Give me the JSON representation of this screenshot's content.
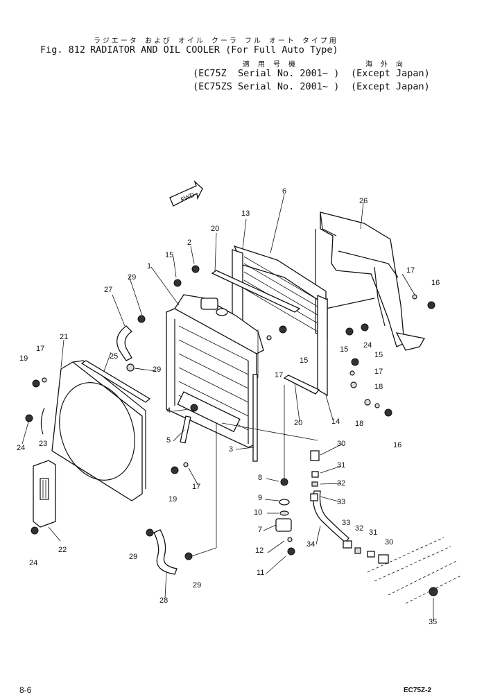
{
  "header": {
    "jp_title": "ラジエータ および オイル クーラ フル オート タイプ用",
    "fig_label": "Fig. 812",
    "title": "RADIATOR AND OIL COOLER (For Full Auto Type)",
    "jp_applicable": "適 用 号 機",
    "jp_overseas": "海 外 向",
    "applicability": [
      {
        "model": "(EC75Z  Serial No. 2001~ )",
        "region": "(Except Japan)"
      },
      {
        "model": "(EC75ZS Serial No. 2001~ )",
        "region": "(Except Japan)"
      }
    ]
  },
  "diagram": {
    "fwd_label": "FWD",
    "part_numbers": [
      "1",
      "2",
      "3",
      "4",
      "5",
      "6",
      "7",
      "8",
      "9",
      "10",
      "11",
      "12",
      "13",
      "14",
      "15",
      "15",
      "15",
      "15",
      "16",
      "16",
      "17",
      "17",
      "17",
      "17",
      "17",
      "18",
      "18",
      "19",
      "19",
      "20",
      "20",
      "21",
      "22",
      "23",
      "24",
      "24",
      "24",
      "25",
      "26",
      "27",
      "28",
      "29",
      "29",
      "29",
      "29",
      "30",
      "30",
      "31",
      "31",
      "32",
      "32",
      "33",
      "33",
      "34",
      "35"
    ]
  },
  "footer": {
    "page": "8-6",
    "code": "EC75Z-2"
  }
}
